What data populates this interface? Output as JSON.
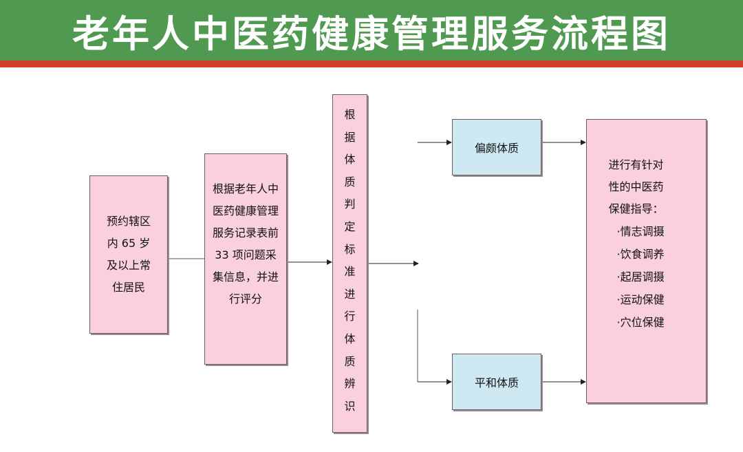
{
  "title": "老年人中医药健康管理服务流程图",
  "boxes": {
    "residents": [
      "预约辖区",
      "内 65 岁",
      "及以上常",
      "住居民"
    ],
    "collect": [
      "根据老年人中",
      "医药健康管理",
      "服务记录表前",
      "33 项问题采",
      "集信息，并进",
      "行评分"
    ],
    "identify": "根据体质判定标准进行体质辨识",
    "biased": "偏颇体质",
    "balanced": "平和体质",
    "guidance_intro": [
      "进行有针对",
      "性的中医药",
      "保健指导："
    ],
    "guidance_items": [
      "·情志调摄",
      "·饮食调养",
      "·起居调摄",
      "·运动保健",
      "·穴位保健"
    ]
  },
  "colors": {
    "header_green": "#4f9a50",
    "header_stripe": "#d2402a",
    "box_pink": "#f9d0dc",
    "box_blue": "#cfe9f3"
  }
}
